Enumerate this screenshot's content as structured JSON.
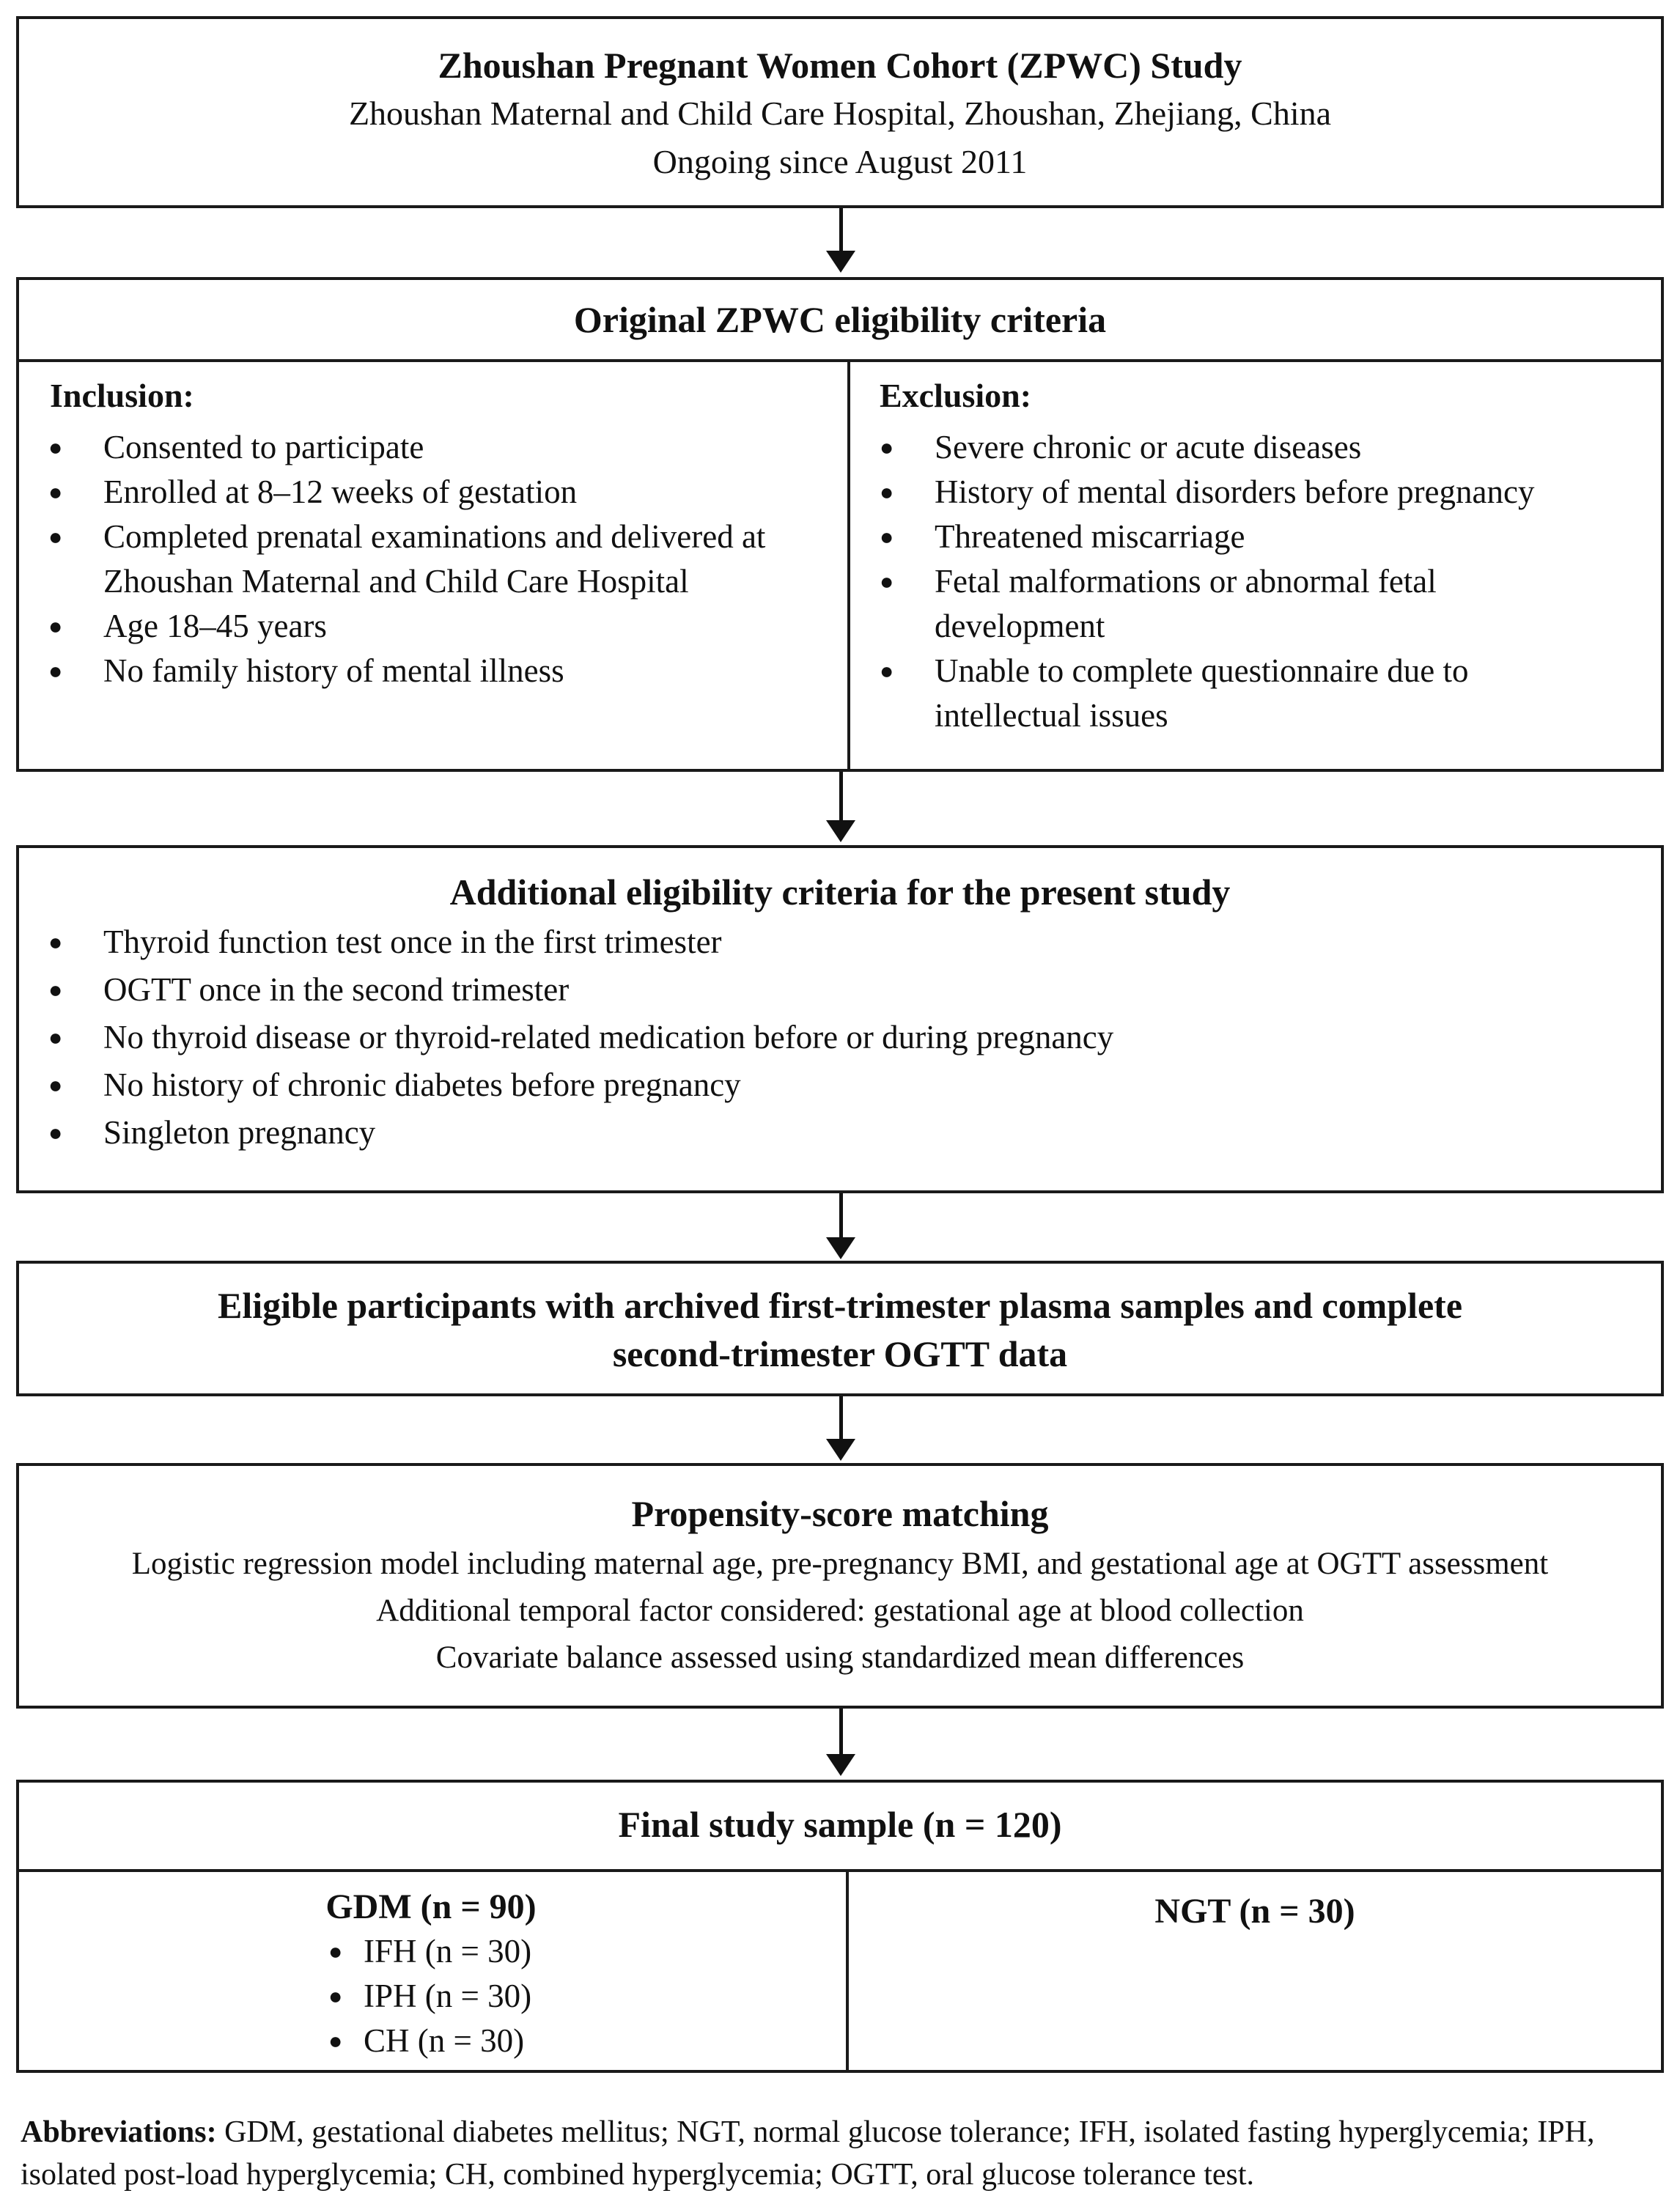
{
  "cohort": {
    "title": "Zhoushan Pregnant Women Cohort (ZPWC) Study",
    "location": "Zhoushan Maternal and Child Care Hospital, Zhoushan, Zhejiang, China",
    "since": "Ongoing since August 2011"
  },
  "eligibility": {
    "title": "Original ZPWC eligibility criteria",
    "inclusion_heading": "Inclusion:",
    "inclusion": [
      "Consented to participate",
      "Enrolled at 8–12 weeks of gestation",
      "Completed prenatal examinations and delivered at Zhoushan Maternal and Child Care Hospital",
      "Age 18–45 years",
      "No family history of mental illness"
    ],
    "exclusion_heading": "Exclusion:",
    "exclusion": [
      "Severe chronic or acute diseases",
      "History of mental disorders before pregnancy",
      "Threatened miscarriage",
      "Fetal malformations or abnormal fetal development",
      "Unable to complete questionnaire due to intellectual issues"
    ]
  },
  "additional": {
    "title": "Additional eligibility criteria for the present study",
    "items": [
      "Thyroid function test once in the first trimester",
      "OGTT once in the second trimester",
      "No thyroid disease or thyroid-related medication before or during pregnancy",
      "No history of chronic diabetes before pregnancy",
      "Singleton pregnancy"
    ]
  },
  "eligible": {
    "line1": "Eligible participants with archived first-trimester plasma samples and complete",
    "line2": "second-trimester OGTT data"
  },
  "matching": {
    "title": "Propensity-score matching",
    "lines": [
      "Logistic regression model including maternal age, pre-pregnancy BMI, and gestational age at OGTT assessment",
      "Additional temporal factor considered: gestational age at blood collection",
      "Covariate balance assessed using standardized mean differences"
    ]
  },
  "final": {
    "title": "Final study sample (n = 120)",
    "gdm_heading": "GDM (n = 90)",
    "gdm_items": [
      "IFH (n = 30)",
      "IPH (n = 30)",
      "CH (n = 30)"
    ],
    "ngt_heading": "NGT (n = 30)"
  },
  "abbreviations": {
    "label": "Abbreviations:",
    "text": " GDM, gestational diabetes mellitus; NGT, normal glucose tolerance; IFH, isolated fasting hyperglycemia; IPH, isolated post-load hyperglycemia; CH, combined hyperglycemia; OGTT, oral glucose tolerance test."
  }
}
